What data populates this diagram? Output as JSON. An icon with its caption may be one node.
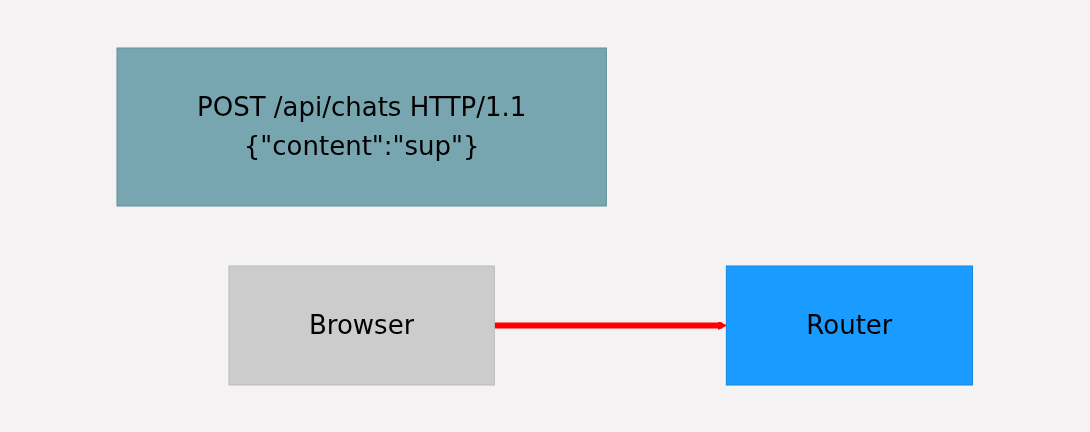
{
  "diagram": {
    "nodes": [
      {
        "text": [
          "POST /api/chats HTTP/1.1",
          "{\"content\":\"sup\"}"
        ]
      },
      {
        "text": [
          "Browser"
        ]
      },
      {
        "text": [
          "Router"
        ]
      }
    ],
    "edges": [
      {
        "from": 1,
        "to": 2,
        "arrow": "to",
        "color": "#ff0000"
      }
    ]
  }
}
